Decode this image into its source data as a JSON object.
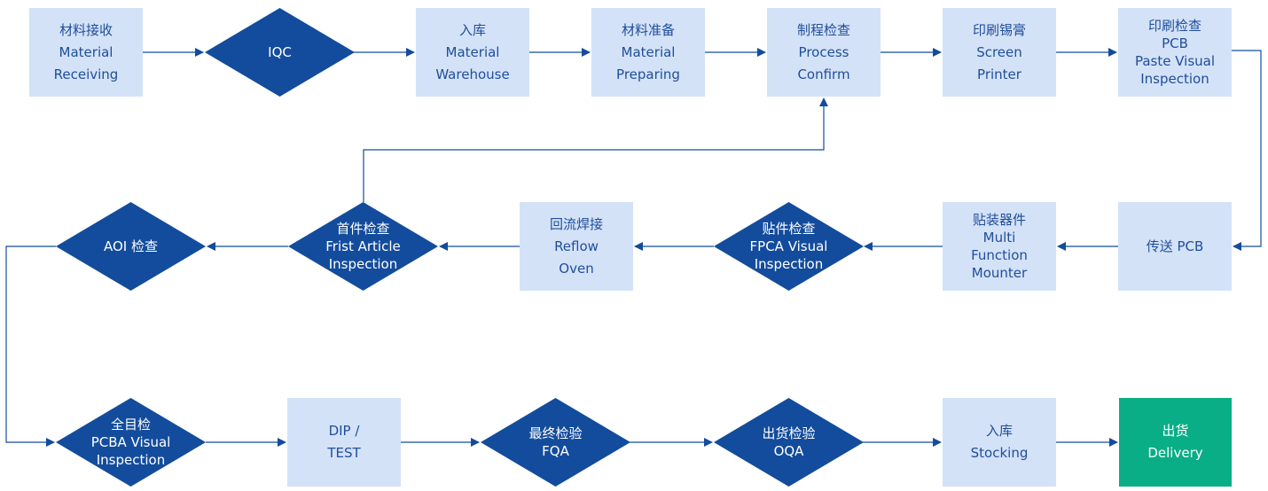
{
  "colors": {
    "box_fill": "#d4e2f8",
    "box_text": "#1f4e9a",
    "diamond_fill": "#134c9c",
    "line": "#134c9c",
    "final_fill": "#0aae86"
  },
  "nodes": {
    "material_receiving": [
      "材料接收",
      "Material",
      "Receiving"
    ],
    "iqc": [
      "IQC"
    ],
    "material_warehouse": [
      "入库",
      "Material",
      "Warehouse"
    ],
    "material_preparing": [
      "材料准备",
      "Material",
      "Preparing"
    ],
    "process_confirm": [
      "制程检查",
      "Process",
      "Confirm"
    ],
    "screen_printer": [
      "印刷锡膏",
      "Screen",
      "Printer"
    ],
    "paste_visual": [
      "印刷检查",
      "PCB",
      "Paste Visual",
      "Inspection"
    ],
    "transfer_pcb": [
      "传送 PCB"
    ],
    "multi_function_mounter": [
      "贴装器件",
      "Multi",
      "Function",
      "Mounter"
    ],
    "fpca_visual": [
      "贴件检查",
      "FPCA Visual",
      "Inspection"
    ],
    "reflow_oven": [
      "回流焊接",
      "Reflow",
      "Oven"
    ],
    "first_article": [
      "首件检查",
      "Frist Article",
      "Inspection"
    ],
    "aoi": [
      "AOI 检查"
    ],
    "pcba_visual": [
      "全目检",
      "PCBA Visual",
      "Inspection"
    ],
    "dip_test": [
      "DIP /",
      "TEST"
    ],
    "fqa": [
      "最终检验",
      "FQA"
    ],
    "oqa": [
      "出货检验",
      "OQA"
    ],
    "stocking": [
      "入库",
      "Stocking"
    ],
    "delivery": [
      "出货",
      "Delivery"
    ]
  }
}
